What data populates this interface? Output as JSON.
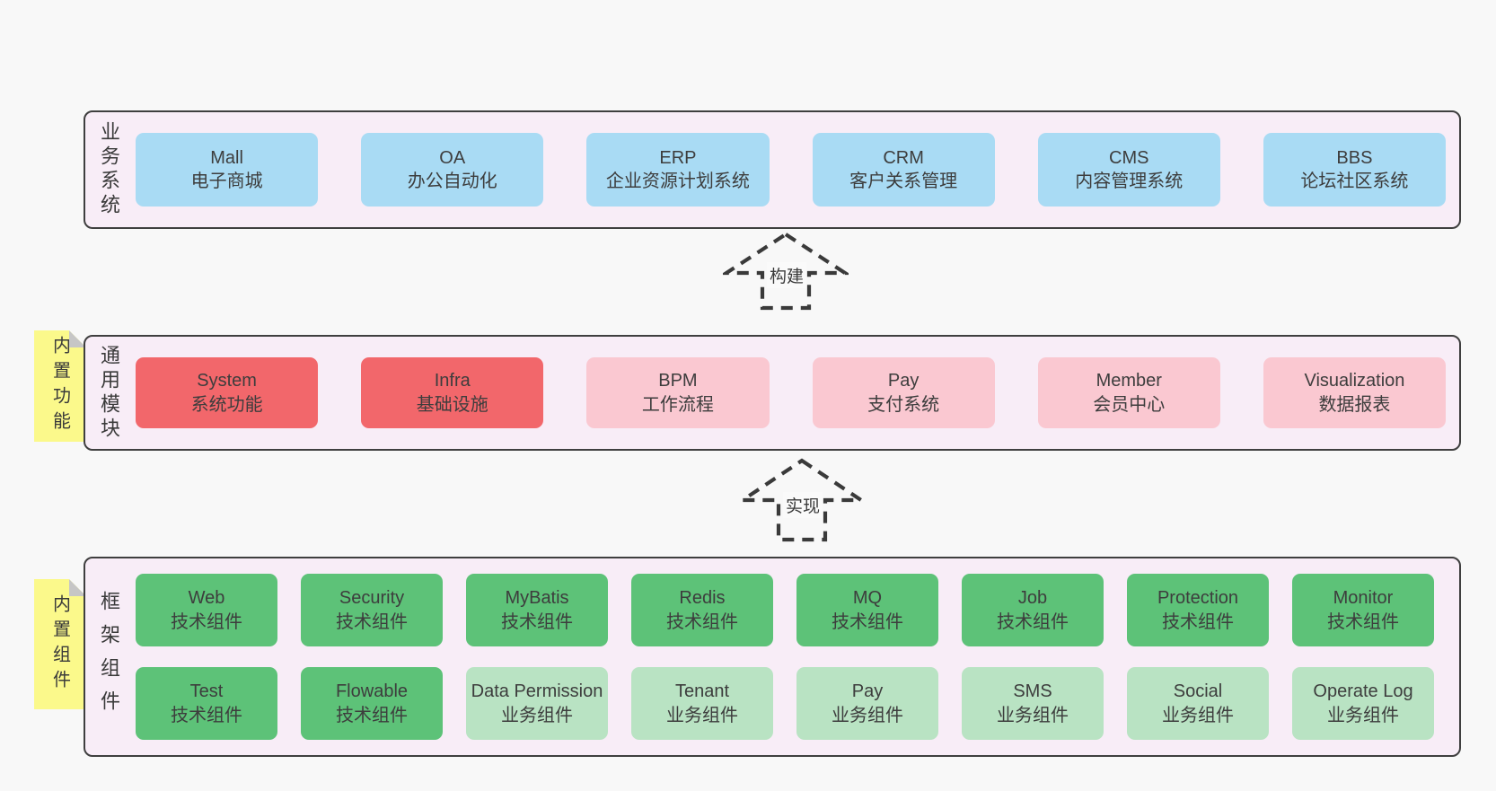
{
  "layers": [
    {
      "label": "业务系统",
      "boxes": [
        {
          "name": "Mall",
          "desc": "电子商城"
        },
        {
          "name": "OA",
          "desc": "办公自动化"
        },
        {
          "name": "ERP",
          "desc": "企业资源计划系统"
        },
        {
          "name": "CRM",
          "desc": "客户关系管理"
        },
        {
          "name": "CMS",
          "desc": "内容管理系统"
        },
        {
          "name": "BBS",
          "desc": "论坛社区系统"
        }
      ]
    },
    {
      "label": "通用模块",
      "tab": "内置功能",
      "boxes": [
        {
          "name": "System",
          "desc": "系统功能"
        },
        {
          "name": "Infra",
          "desc": "基础设施"
        },
        {
          "name": "BPM",
          "desc": "工作流程"
        },
        {
          "name": "Pay",
          "desc": "支付系统"
        },
        {
          "name": "Member",
          "desc": "会员中心"
        },
        {
          "name": "Visualization",
          "desc": "数据报表"
        }
      ]
    },
    {
      "label": "框架组件",
      "tab": "内置组件",
      "row1": [
        {
          "name": "Web",
          "desc": "技术组件"
        },
        {
          "name": "Security",
          "desc": "技术组件"
        },
        {
          "name": "MyBatis",
          "desc": "技术组件"
        },
        {
          "name": "Redis",
          "desc": "技术组件"
        },
        {
          "name": "MQ",
          "desc": "技术组件"
        },
        {
          "name": "Job",
          "desc": "技术组件"
        },
        {
          "name": "Protection",
          "desc": "技术组件"
        },
        {
          "name": "Monitor",
          "desc": "技术组件"
        }
      ],
      "row2": [
        {
          "name": "Test",
          "desc": "技术组件"
        },
        {
          "name": "Flowable",
          "desc": "技术组件"
        },
        {
          "name": "Data Permission",
          "desc": "业务组件"
        },
        {
          "name": "Tenant",
          "desc": "业务组件"
        },
        {
          "name": "Pay",
          "desc": "业务组件"
        },
        {
          "name": "SMS",
          "desc": "业务组件"
        },
        {
          "name": "Social",
          "desc": "业务组件"
        },
        {
          "name": "Operate Log",
          "desc": "业务组件"
        }
      ]
    }
  ],
  "arrows": [
    {
      "label": "构建"
    },
    {
      "label": "实现"
    }
  ],
  "palette": {
    "page_bg": "#f8f8f8",
    "layer_bg": "#f8edf7",
    "layer_border": "#3f3f3f",
    "blue_box": "#a9dbf4",
    "red_box": "#f2676b",
    "pink_box": "#fac8d1",
    "green_box": "#5dc278",
    "light_green_box": "#b9e3c3",
    "sticky_note": "#fbf98b",
    "fold": "#c6c6c6",
    "text": "#3d3d3d"
  }
}
